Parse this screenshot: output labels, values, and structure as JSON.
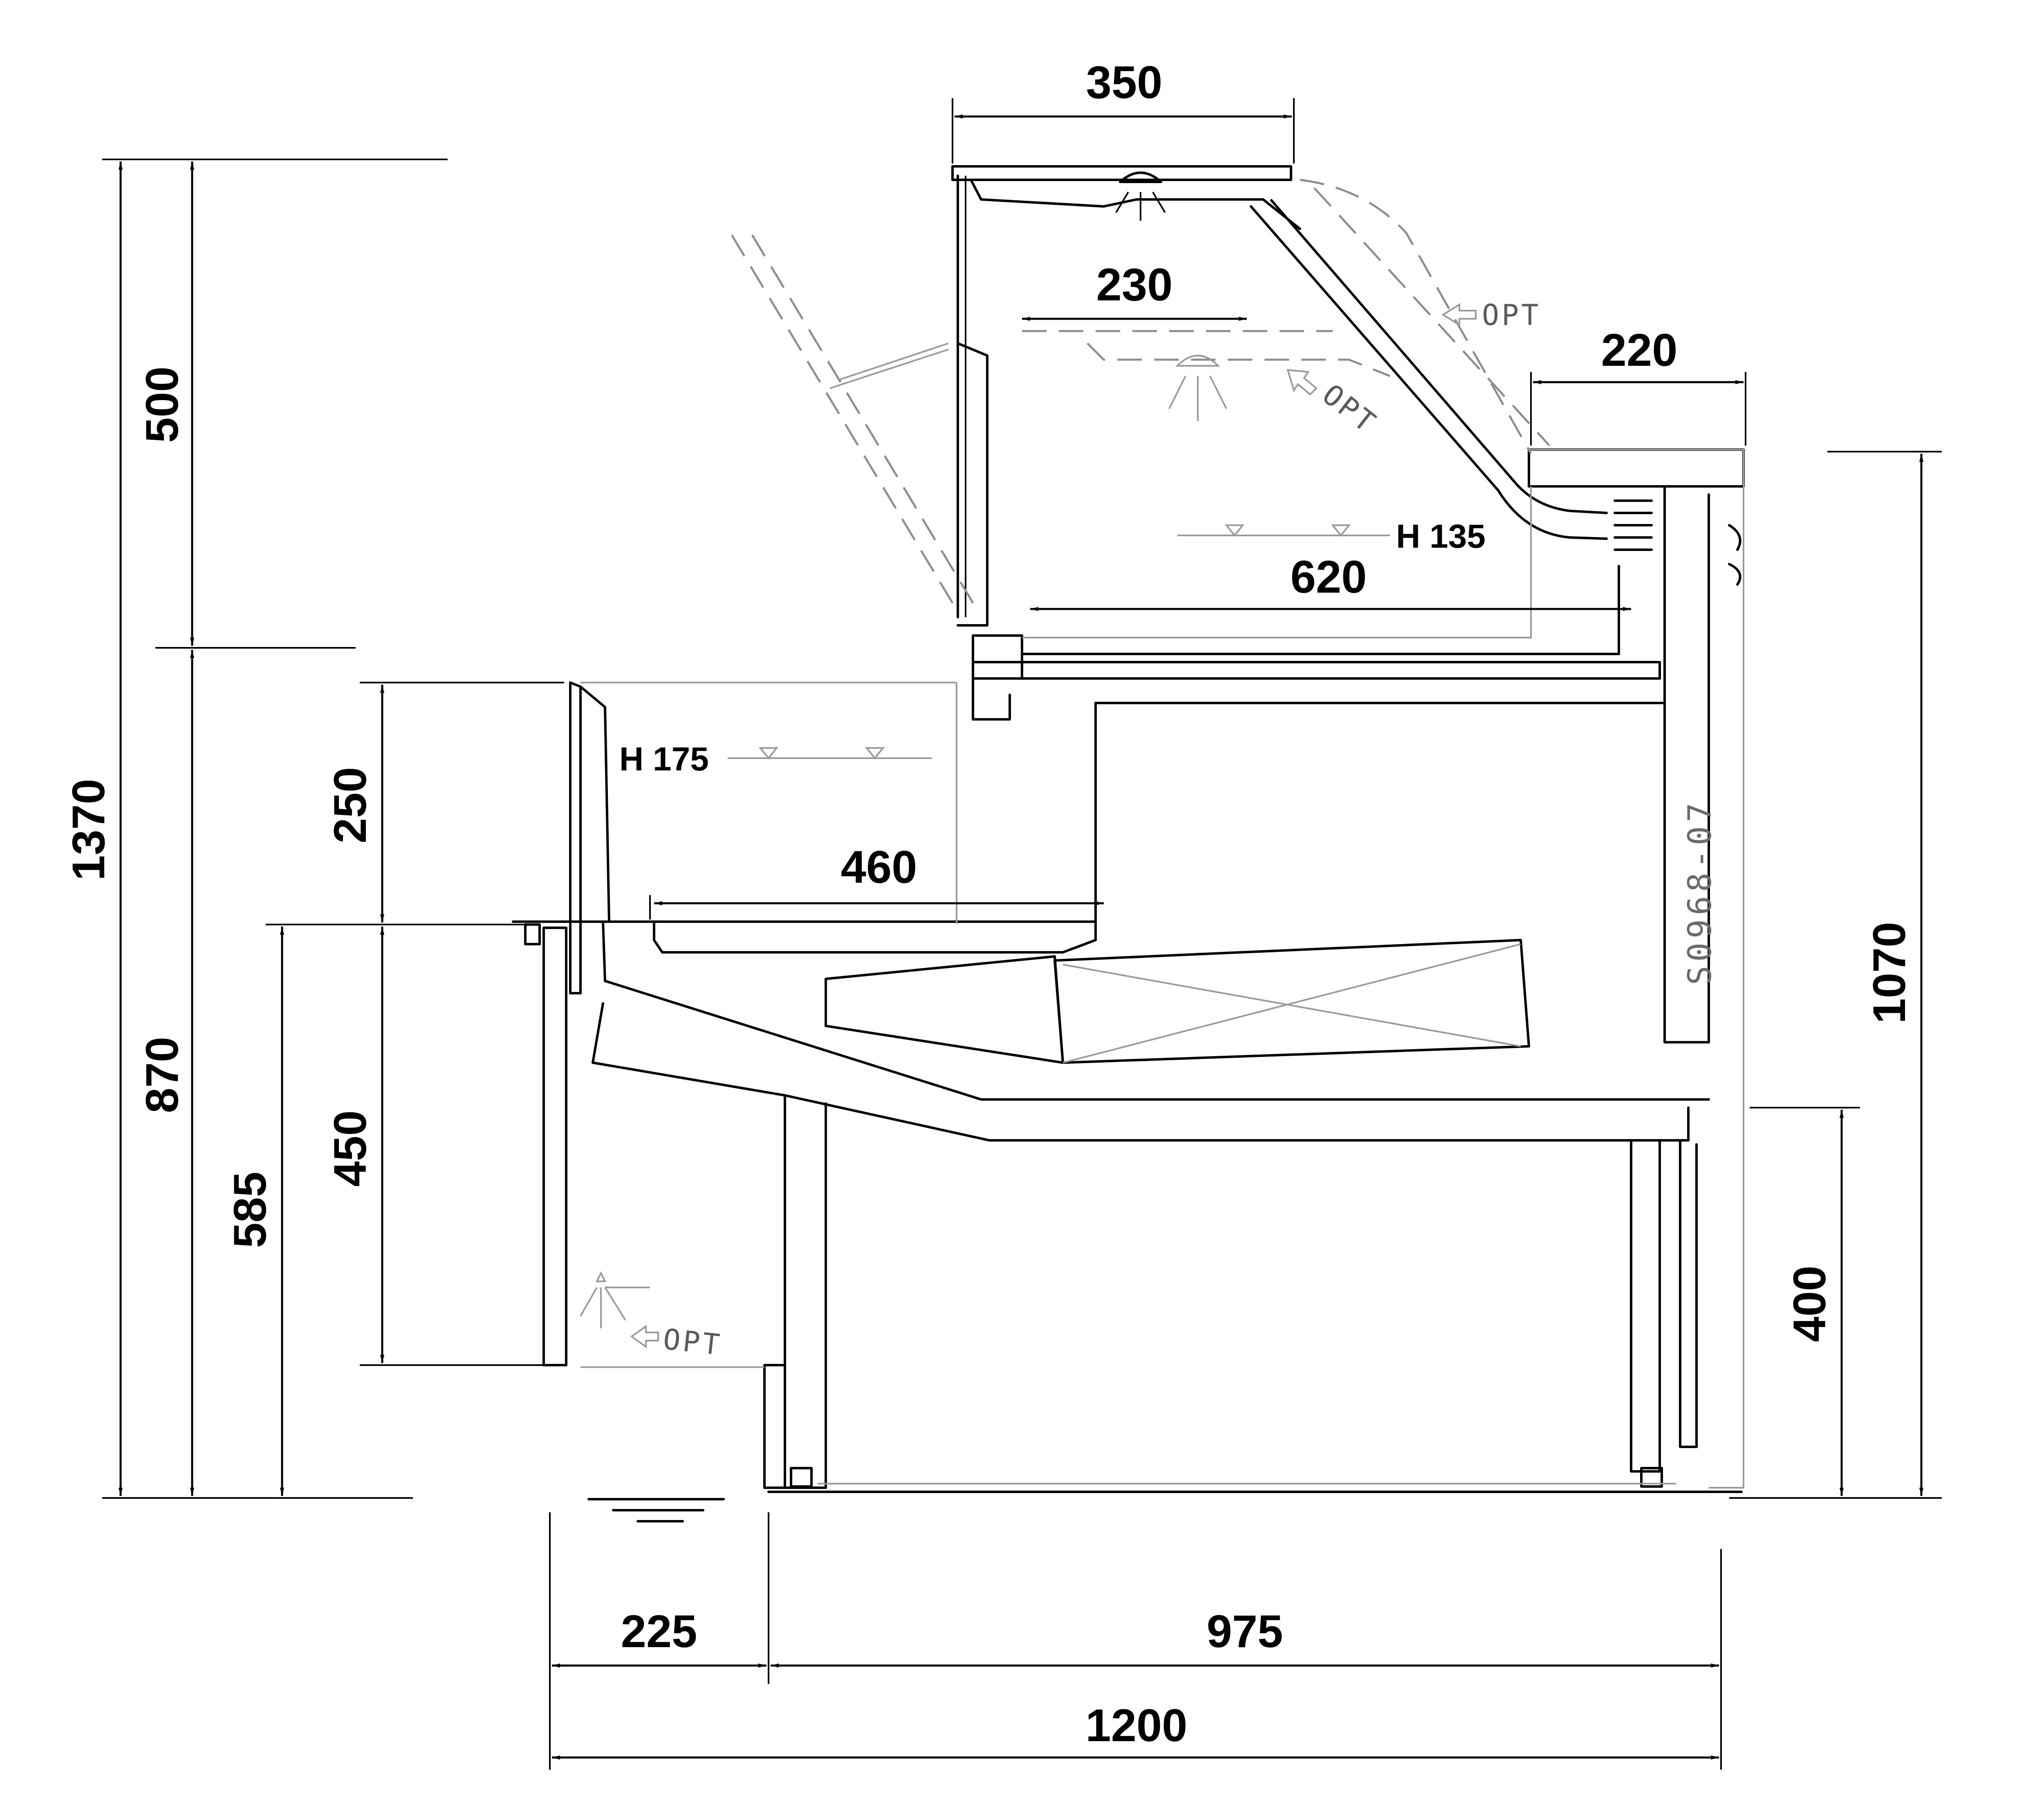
{
  "dimensions": {
    "top_width": "350",
    "canopy_shelf_width": "230",
    "rear_top_width": "220",
    "upper_deck_width": "620",
    "lower_deck_width": "460",
    "front_overhang": "225",
    "base_depth": "975",
    "total_depth": "1200",
    "upper_height": "500",
    "total_height": "1370",
    "counter_height": "870",
    "front_pan_height": "250",
    "front_panel_height": "450",
    "front_ledge_height": "585",
    "rear_height": "1070",
    "base_clearance": "400"
  },
  "levels": {
    "upper_load_line": "H 135",
    "lower_load_line": "H 175"
  },
  "options": {
    "canopy_light": "OPT",
    "shelf_light": "OPT",
    "floor_light": "OPT"
  },
  "drawing_code": "S0968-07"
}
